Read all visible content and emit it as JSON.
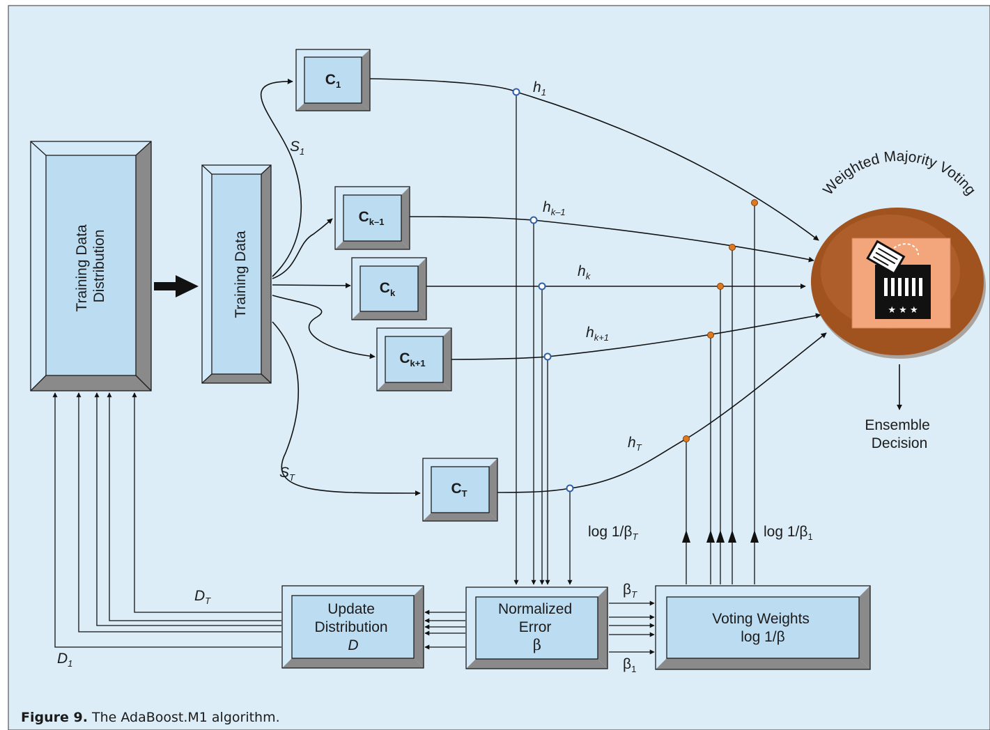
{
  "figure": {
    "caption_prefix": "Figure 9.",
    "caption_text": " The AdaBoost.M1 algorithm."
  },
  "boxes": {
    "training_distribution": [
      "Training Data",
      "Distribution"
    ],
    "training_data": "Training Data",
    "update_distribution": [
      "Update",
      "Distribution",
      "D"
    ],
    "normalized_error": [
      "Normalized",
      "Error",
      "β"
    ],
    "voting_weights": [
      "Voting Weights",
      "log 1/β"
    ]
  },
  "classifiers": {
    "c1": {
      "base": "C",
      "sub": "1"
    },
    "ck_minus": {
      "base": "C",
      "sub": "k–1"
    },
    "ck": {
      "base": "C",
      "sub": "k"
    },
    "ck_plus": {
      "base": "C",
      "sub": "k+1"
    },
    "cT": {
      "base": "C",
      "sub": "T"
    }
  },
  "hypotheses": {
    "h1": {
      "base": "h",
      "sub": "1"
    },
    "hk_minus": {
      "base": "h",
      "sub": "k–1"
    },
    "hk": {
      "base": "h",
      "sub": "k"
    },
    "hk_plus": {
      "base": "h",
      "sub": "k+1"
    },
    "hT": {
      "base": "h",
      "sub": "T"
    }
  },
  "subsets": {
    "s1": {
      "base": "S",
      "sub": "1"
    },
    "sT": {
      "base": "S",
      "sub": "T"
    }
  },
  "distributions": {
    "dT": {
      "base": "D",
      "sub": "T"
    },
    "d1": {
      "base": "D",
      "sub": "1"
    }
  },
  "betas": {
    "beta_T": {
      "base": "β",
      "sub": "T"
    },
    "beta_1": {
      "base": "β",
      "sub": "1"
    }
  },
  "log_weights": {
    "log_T": {
      "base": "log 1/β",
      "sub": "T"
    },
    "log_1": {
      "base": "log 1/β",
      "sub": "1"
    }
  },
  "voting": {
    "title": "Weighted Majority Voting",
    "decision": [
      "Ensemble",
      "Decision"
    ]
  },
  "colors": {
    "panel_background": "#dcedf7",
    "box_face": "#bcdcf2",
    "voting_circle": "#a0521f",
    "ballot_background": "#f3a57b",
    "junction_orange": "#e07a20",
    "junction_blue": "#2e5fa8"
  },
  "icons": {
    "ballot": "ballot-box-icon"
  }
}
